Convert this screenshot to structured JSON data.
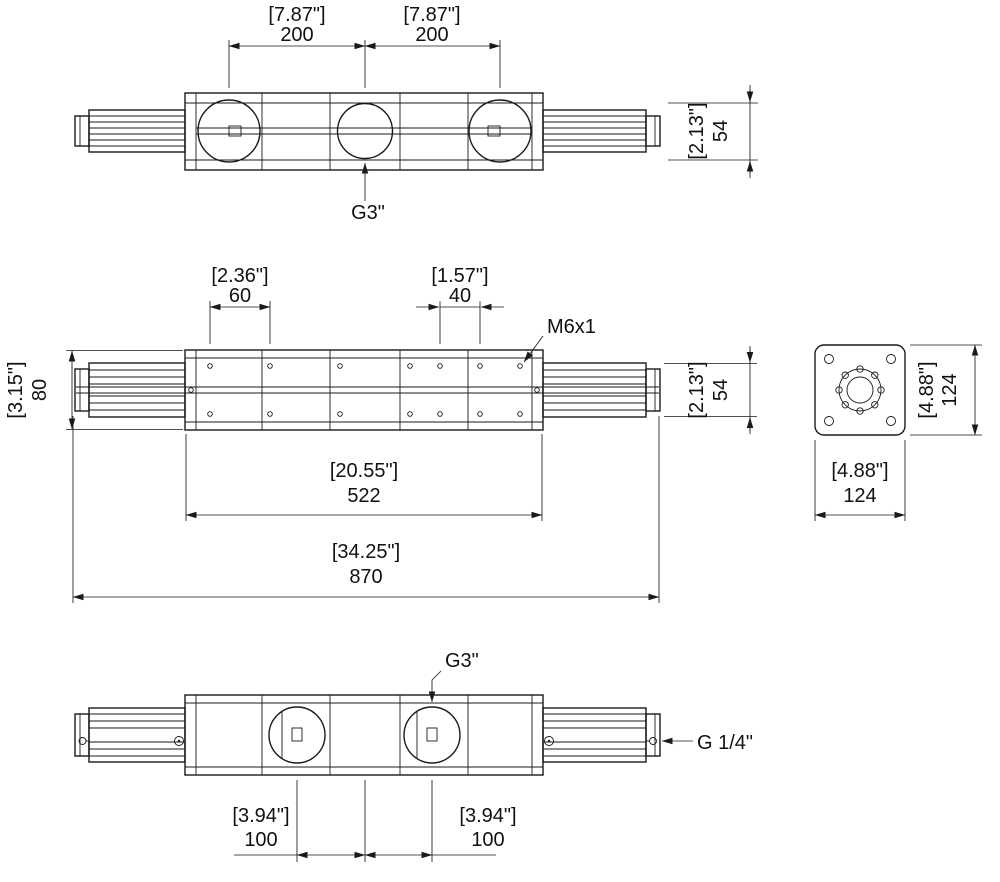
{
  "drawing": {
    "background": "#ffffff",
    "line_color": "#1a1a1a",
    "views": {
      "top": {
        "dim_left": {
          "inch": "[7.87\"]",
          "mm": "200"
        },
        "dim_right": {
          "inch": "[7.87\"]",
          "mm": "200"
        },
        "dim_depth": {
          "inch": "[2.13\"]",
          "mm": "54"
        },
        "port_label": "G3\""
      },
      "front": {
        "dim_pitch_60": {
          "inch": "[2.36\"]",
          "mm": "60"
        },
        "dim_pitch_40": {
          "inch": "[1.57\"]",
          "mm": "40"
        },
        "thread_label": "M6x1",
        "dim_height_80": {
          "inch": "[3.15\"]",
          "mm": "80"
        },
        "dim_height_54": {
          "inch": "[2.13\"]",
          "mm": "54"
        },
        "dim_body_522": {
          "inch": "[20.55\"]",
          "mm": "522"
        },
        "dim_overall_870": {
          "inch": "[34.25\"]",
          "mm": "870"
        }
      },
      "end": {
        "dim_height": {
          "inch": "[4.88\"]",
          "mm": "124"
        },
        "dim_width": {
          "inch": "[4.88\"]",
          "mm": "124"
        }
      },
      "bottom": {
        "port_label": "G3\"",
        "side_port_label": "G 1/4\"",
        "dim_left": {
          "inch": "[3.94\"]",
          "mm": "100"
        },
        "dim_right": {
          "inch": "[3.94\"]",
          "mm": "100"
        }
      }
    }
  }
}
